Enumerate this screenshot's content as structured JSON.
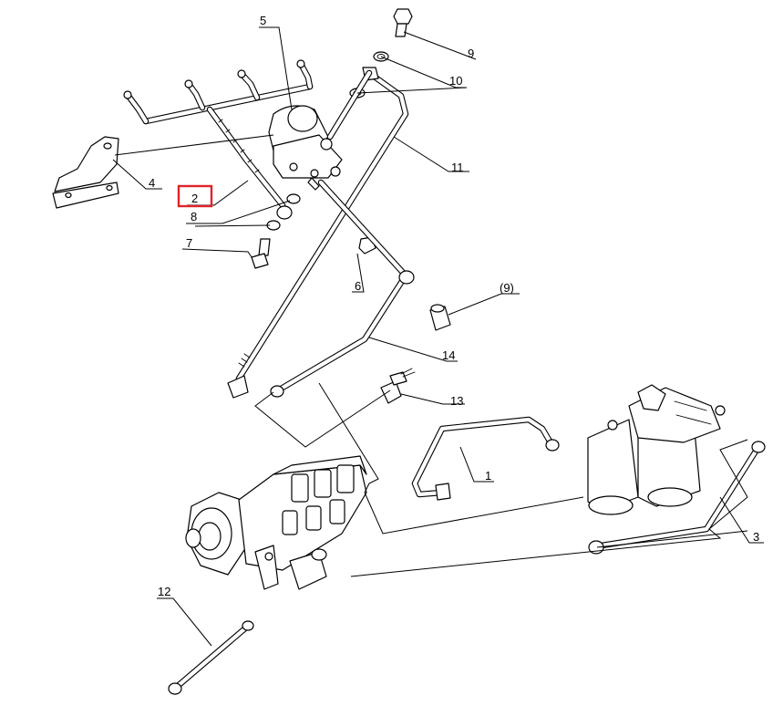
{
  "callouts": {
    "c1": "1",
    "c2": "2",
    "c3": "3",
    "c4": "4",
    "c5": "5",
    "c6": "6",
    "c7": "7",
    "c8": "8",
    "c9": "9",
    "c9b": "(9)",
    "c10": "10",
    "c11": "11",
    "c12": "12",
    "c13": "13",
    "c14": "14"
  },
  "highlight": {
    "target": "2",
    "color": "#e0242a"
  },
  "icons": {
    "bracket": "bracket-4",
    "filter_housing": "fuel-filter-5",
    "injection_pump": "injection-pump",
    "twin_filter": "twin-fuel-filter"
  }
}
